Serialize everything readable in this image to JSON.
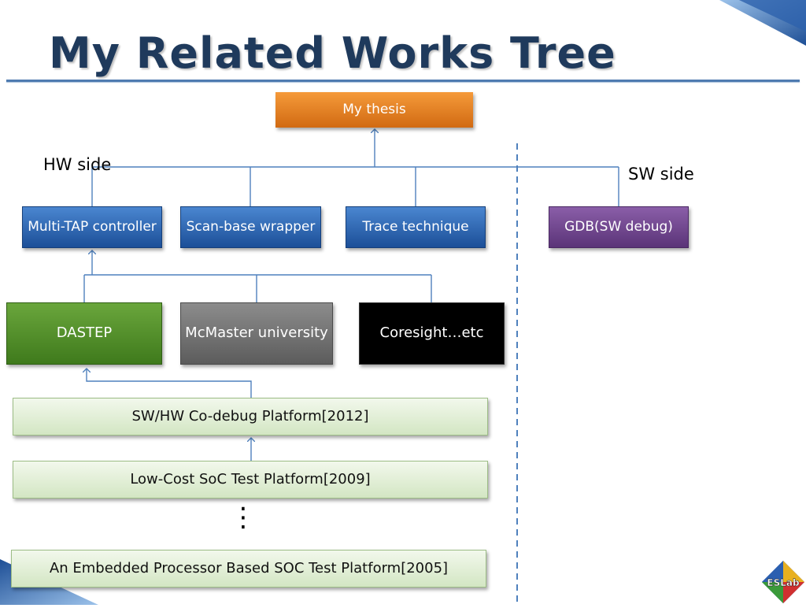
{
  "slide": {
    "title": "My Related Works Tree"
  },
  "labels": {
    "hw_side": "HW side",
    "sw_side": "SW side",
    "ellipsis": "⋮"
  },
  "nodes": {
    "thesis": "My thesis",
    "multi_tap": "Multi-TAP controller",
    "scan_base": "Scan-base wrapper",
    "trace": "Trace technique",
    "gdb": "GDB(SW debug)",
    "dastep": "DASTEP",
    "mcmaster": "McMaster university",
    "coresight": "Coresight…etc",
    "codebug": "SW/HW Co-debug Platform[2012]",
    "lowcost": "Low-Cost SoC Test Platform[2009]",
    "embedded": "An Embedded Processor Based SOC Test Platform[2005]"
  },
  "logo": {
    "text": "ESLab"
  },
  "colors": {
    "thesis": "#e07a1f",
    "hw_blue": "#2a62b0",
    "sw_purple": "#6e4690",
    "dastep_green": "#4e8a2a",
    "mcmaster_gray": "#737373",
    "coresight_black": "#000000",
    "platform_green": "#e2efd9",
    "connector": "#4f81bd"
  }
}
